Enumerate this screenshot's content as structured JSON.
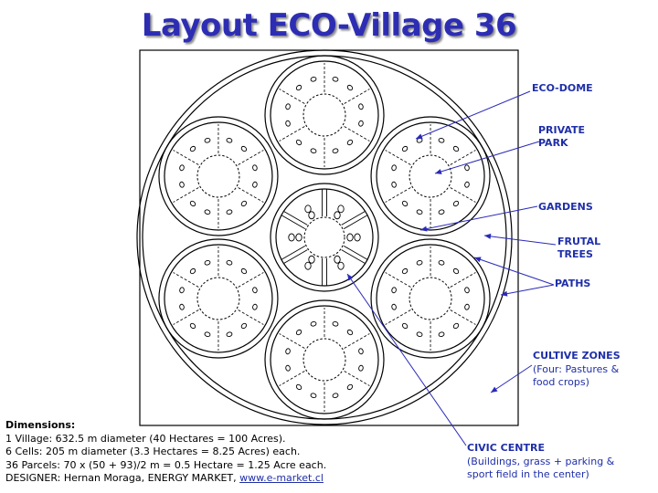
{
  "title": "Layout ECO-Village 36",
  "labels": {
    "eco_dome": "ECO-DOME",
    "private_park_1": "PRIVATE",
    "private_park_2": "PARK",
    "gardens": "GARDENS",
    "frutal_trees_1": "FRUTAL",
    "frutal_trees_2": "TREES",
    "paths": "PATHS",
    "cultive_zones": "CULTIVE ZONES",
    "cultive_zones_sub_1": "(Four: Pastures &",
    "cultive_zones_sub_2": "food crops)",
    "civic_centre": "CIVIC CENTRE",
    "civic_centre_sub_1": "(Buildings, grass + parking &",
    "civic_centre_sub_2": "sport field in the center)"
  },
  "dimensions": {
    "heading": "Dimensions:",
    "line1": "1 Village: 632.5 m diameter (40 Hectares = 100 Acres).",
    "line2": "6 Cells: 205 m diameter (3.3 Hectares = 8.25 Acres) each.",
    "line3": "36 Parcels: 70 x (50 + 93)/2 m = 0.5 Hectare = 1.25 Acre each.",
    "designer_prefix": "DESIGNER: Hernan Moraga, ENERGY MARKET, ",
    "designer_link": "www.e-market.cl"
  },
  "colors": {
    "title": "#2d2db4",
    "label": "#1f2fa8",
    "pointer": "#2a2ab8",
    "drawing": "#000000"
  }
}
